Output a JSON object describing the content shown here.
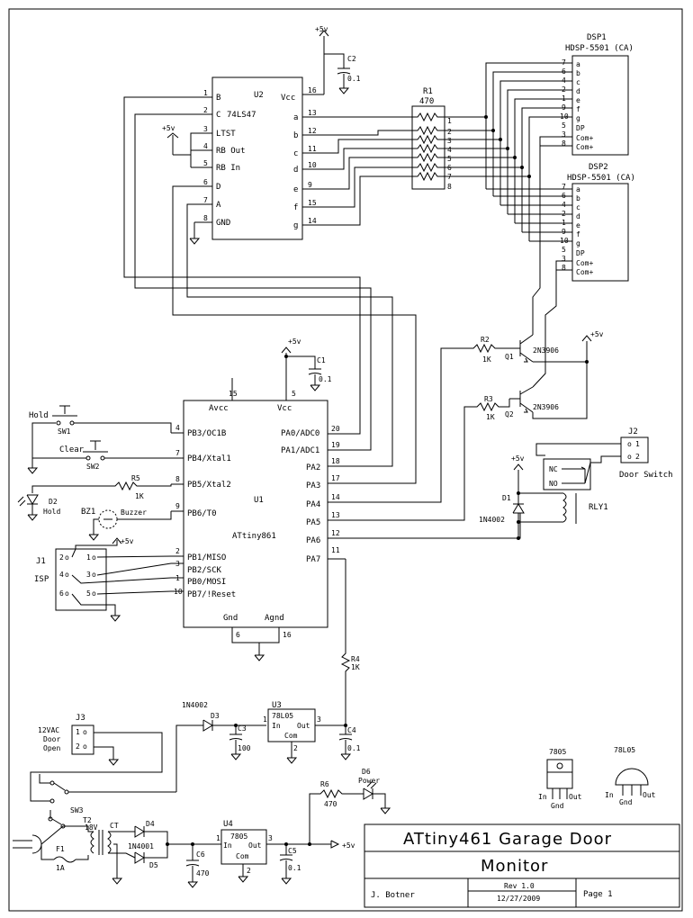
{
  "title_block": {
    "title_line1": "ATtiny461 Garage Door",
    "title_line2": "Monitor",
    "author": "J. Botner",
    "revision": "Rev 1.0",
    "date": "12/27/2009",
    "page": "Page 1"
  },
  "power": {
    "plus5v": "+5v"
  },
  "u2": {
    "ref": "U2",
    "part": "74LS47",
    "left_pins": [
      {
        "num": "1",
        "name": "B"
      },
      {
        "num": "2",
        "name": "C"
      },
      {
        "num": "3",
        "name": "LTST"
      },
      {
        "num": "4",
        "name": "RB Out"
      },
      {
        "num": "5",
        "name": "RB In"
      },
      {
        "num": "6",
        "name": "D"
      },
      {
        "num": "7",
        "name": "A"
      },
      {
        "num": "8",
        "name": "GND"
      }
    ],
    "vcc_pin": {
      "num": "16",
      "name": "Vcc"
    },
    "right_pins": [
      {
        "num": "13",
        "name": "a"
      },
      {
        "num": "12",
        "name": "b"
      },
      {
        "num": "11",
        "name": "c"
      },
      {
        "num": "10",
        "name": "d"
      },
      {
        "num": "9",
        "name": "e"
      },
      {
        "num": "15",
        "name": "f"
      },
      {
        "num": "14",
        "name": "g"
      }
    ]
  },
  "c2": {
    "ref": "C2",
    "value": "0.1"
  },
  "r1": {
    "ref": "R1",
    "value": "470",
    "pins": [
      "1",
      "2",
      "3",
      "4",
      "5",
      "6",
      "7",
      "8"
    ]
  },
  "dsp1": {
    "ref": "DSP1",
    "part": "HDSP-5501 (CA)",
    "pins": [
      {
        "num": "7",
        "name": "a"
      },
      {
        "num": "6",
        "name": "b"
      },
      {
        "num": "4",
        "name": "c"
      },
      {
        "num": "2",
        "name": "d"
      },
      {
        "num": "1",
        "name": "e"
      },
      {
        "num": "9",
        "name": "f"
      },
      {
        "num": "10",
        "name": "g"
      },
      {
        "num": "5",
        "name": "DP"
      },
      {
        "num": "3",
        "name": "Com+"
      },
      {
        "num": "8",
        "name": "Com+"
      }
    ]
  },
  "dsp2": {
    "ref": "DSP2",
    "part": "HDSP-5501 (CA)",
    "pins": [
      {
        "num": "7",
        "name": "a"
      },
      {
        "num": "6",
        "name": "b"
      },
      {
        "num": "4",
        "name": "c"
      },
      {
        "num": "2",
        "name": "d"
      },
      {
        "num": "1",
        "name": "e"
      },
      {
        "num": "9",
        "name": "f"
      },
      {
        "num": "10",
        "name": "g"
      },
      {
        "num": "5",
        "name": "DP"
      },
      {
        "num": "3",
        "name": "Com+"
      },
      {
        "num": "8",
        "name": "Com+"
      }
    ]
  },
  "u1": {
    "ref": "U1",
    "part": "ATtiny861",
    "avcc": {
      "num": "15",
      "name": "Avcc"
    },
    "vcc": {
      "num": "5",
      "name": "Vcc"
    },
    "gnd": {
      "num": "6",
      "name": "Gnd"
    },
    "agnd": {
      "num": "16",
      "name": "Agnd"
    },
    "left_pins": [
      {
        "num": "4",
        "name": "PB3/OC1B"
      },
      {
        "num": "7",
        "name": "PB4/Xtal1"
      },
      {
        "num": "8",
        "name": "PB5/Xtal2"
      },
      {
        "num": "9",
        "name": "PB6/T0"
      },
      {
        "num": "2",
        "name": "PB1/MISO"
      },
      {
        "num": "3",
        "name": "PB2/SCK"
      },
      {
        "num": "1",
        "name": "PB0/MOSI"
      },
      {
        "num": "10",
        "name": "PB7/!Reset"
      }
    ],
    "right_pins": [
      {
        "num": "20",
        "name": "PA0/ADC0"
      },
      {
        "num": "19",
        "name": "PA1/ADC1"
      },
      {
        "num": "18",
        "name": "PA2"
      },
      {
        "num": "17",
        "name": "PA3"
      },
      {
        "num": "14",
        "name": "PA4"
      },
      {
        "num": "13",
        "name": "PA5"
      },
      {
        "num": "12",
        "name": "PA6"
      },
      {
        "num": "11",
        "name": "PA7"
      }
    ]
  },
  "c1": {
    "ref": "C1",
    "value": "0.1"
  },
  "r2": {
    "ref": "R2",
    "value": "1K"
  },
  "r3": {
    "ref": "R3",
    "value": "1K"
  },
  "q1": {
    "ref": "Q1",
    "part": "2N3906"
  },
  "q2": {
    "ref": "Q2",
    "part": "2N3906"
  },
  "j2": {
    "ref": "J2",
    "label": "Door Switch",
    "pins": [
      "1",
      "2"
    ],
    "nc": "NC",
    "no": "NO"
  },
  "relay": {
    "ref": "RLY1"
  },
  "d1": {
    "ref": "D1",
    "part": "1N4002"
  },
  "sw1": {
    "ref": "SW1",
    "label": "Hold"
  },
  "sw2": {
    "ref": "SW2",
    "label": "Clear"
  },
  "r5": {
    "ref": "R5",
    "value": "1K"
  },
  "d2": {
    "ref": "D2",
    "label": "Hold"
  },
  "bz1": {
    "ref": "BZ1",
    "label": "Buzzer"
  },
  "j1": {
    "ref": "J1",
    "label": "ISP",
    "pins": [
      "2",
      "1",
      "4",
      "3",
      "6",
      "5"
    ]
  },
  "r4": {
    "ref": "R4",
    "value": "1K"
  },
  "j3": {
    "ref": "J3",
    "label_line1": "12VAC",
    "label_line2": "Door",
    "label_line3": "Open",
    "pins": [
      "1",
      "2"
    ]
  },
  "d3": {
    "ref": "D3",
    "part": "1N4002"
  },
  "c3": {
    "ref": "C3",
    "value": "100"
  },
  "u3": {
    "ref": "U3",
    "part": "78L05",
    "pin_in": "In",
    "pin_out": "Out",
    "pin_com": "Com",
    "n1": "1",
    "n2": "2",
    "n3": "3"
  },
  "c4": {
    "ref": "C4",
    "value": "0.1"
  },
  "sw3": {
    "ref": "SW3"
  },
  "t2": {
    "ref": "T2",
    "sec": "18V",
    "ct": "CT"
  },
  "f1": {
    "ref": "F1",
    "value": "1A"
  },
  "d4": {
    "ref": "D4",
    "part": "1N4001"
  },
  "d5": {
    "ref": "D5"
  },
  "c6": {
    "ref": "C6",
    "value": "470"
  },
  "u4": {
    "ref": "U4",
    "part": "7805",
    "pin_in": "In",
    "pin_out": "Out",
    "pin_com": "Com",
    "n1": "1",
    "n2": "2",
    "n3": "3"
  },
  "c5": {
    "ref": "C5",
    "value": "0.1"
  },
  "r6": {
    "ref": "R6",
    "value": "470"
  },
  "d6": {
    "ref": "D6",
    "label": "Power"
  },
  "pkg7805": {
    "title": "7805",
    "in": "In",
    "gnd": "Gnd",
    "out": "Out"
  },
  "pkg78l05": {
    "title": "78L05",
    "in": "In",
    "gnd": "Gnd",
    "out": "Out"
  }
}
